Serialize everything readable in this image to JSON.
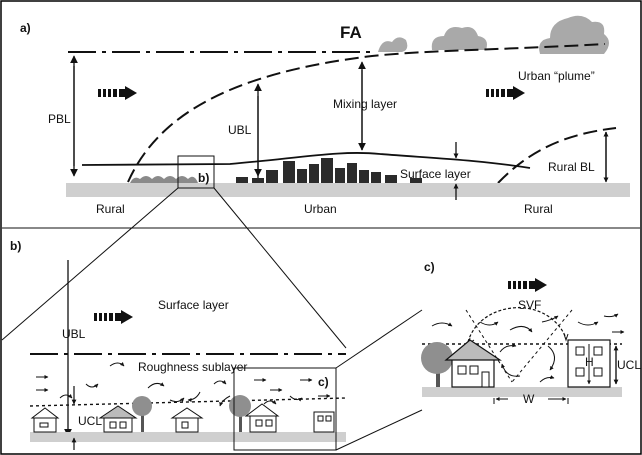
{
  "figure": {
    "panel_a": {
      "tag": "a)",
      "free_atmosphere": "FA",
      "pbl": "PBL",
      "ubl": "UBL",
      "mixing_layer": "Mixing layer",
      "urban_plume": "Urban “plume”",
      "surface_layer": "Surface layer",
      "rural_bl": "Rural BL",
      "rural_left": "Rural",
      "urban": "Urban",
      "rural_right": "Rural",
      "inset_tag": "b)"
    },
    "panel_b": {
      "tag": "b)",
      "ubl": "UBL",
      "surface_layer": "Surface layer",
      "roughness_sublayer": "Roughness sublayer",
      "ucl": "UCL",
      "inset_tag": "c)"
    },
    "panel_c": {
      "tag": "c)",
      "svf": "SVF",
      "h": "H",
      "ucl": "UCL",
      "w": "W"
    }
  }
}
